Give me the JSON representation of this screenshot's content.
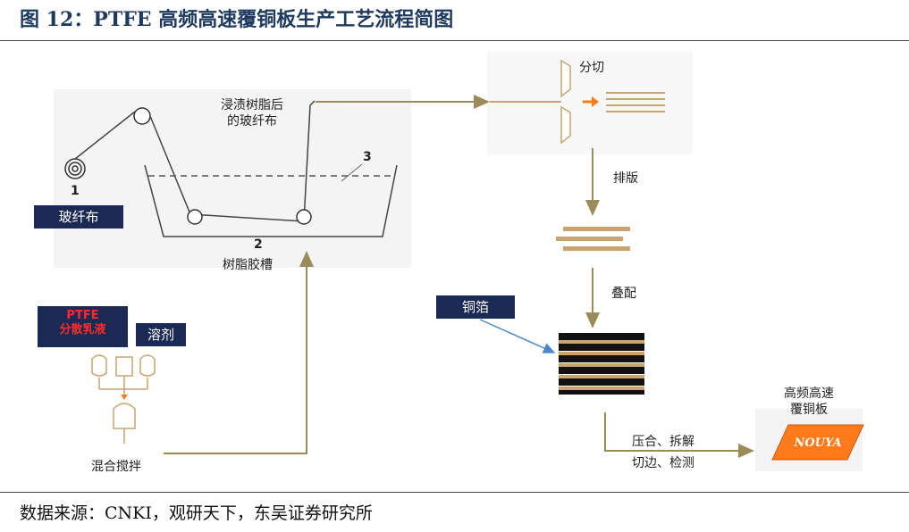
{
  "figure": {
    "title": "图 12：PTFE 高频高速覆铜板生产工艺流程简图",
    "source": "数据来源：CNKI，观研天下，东吴证券研究所"
  },
  "labels": {
    "num1": "1",
    "num2": "2",
    "num3": "3",
    "glass_cloth": "玻纤布",
    "resin_tank": "树脂胶槽",
    "impregnated_line1": "浸渍树脂后",
    "impregnated_line2": "的玻纤布",
    "ptfe_line1": "PTFE",
    "ptfe_line2": "分散乳液",
    "solvent": "溶剂",
    "mixing": "混合搅拌",
    "cutting": "分切",
    "layout": "排版",
    "stacking": "叠配",
    "copper_foil": "铜箔",
    "press_line1": "压合、拆解",
    "press_line2": "切边、检测",
    "product_line1": "高频高速",
    "product_line2": "覆铜板",
    "brand": "NOUYA"
  },
  "colors": {
    "navy_box": "#1b2a55",
    "red_text": "#ff2a2a",
    "arrow_olive": "#9a8c5a",
    "copper_tan": "#c9a46e",
    "orange": "#ff7a1a",
    "blue_arrow": "#4a86c8"
  }
}
